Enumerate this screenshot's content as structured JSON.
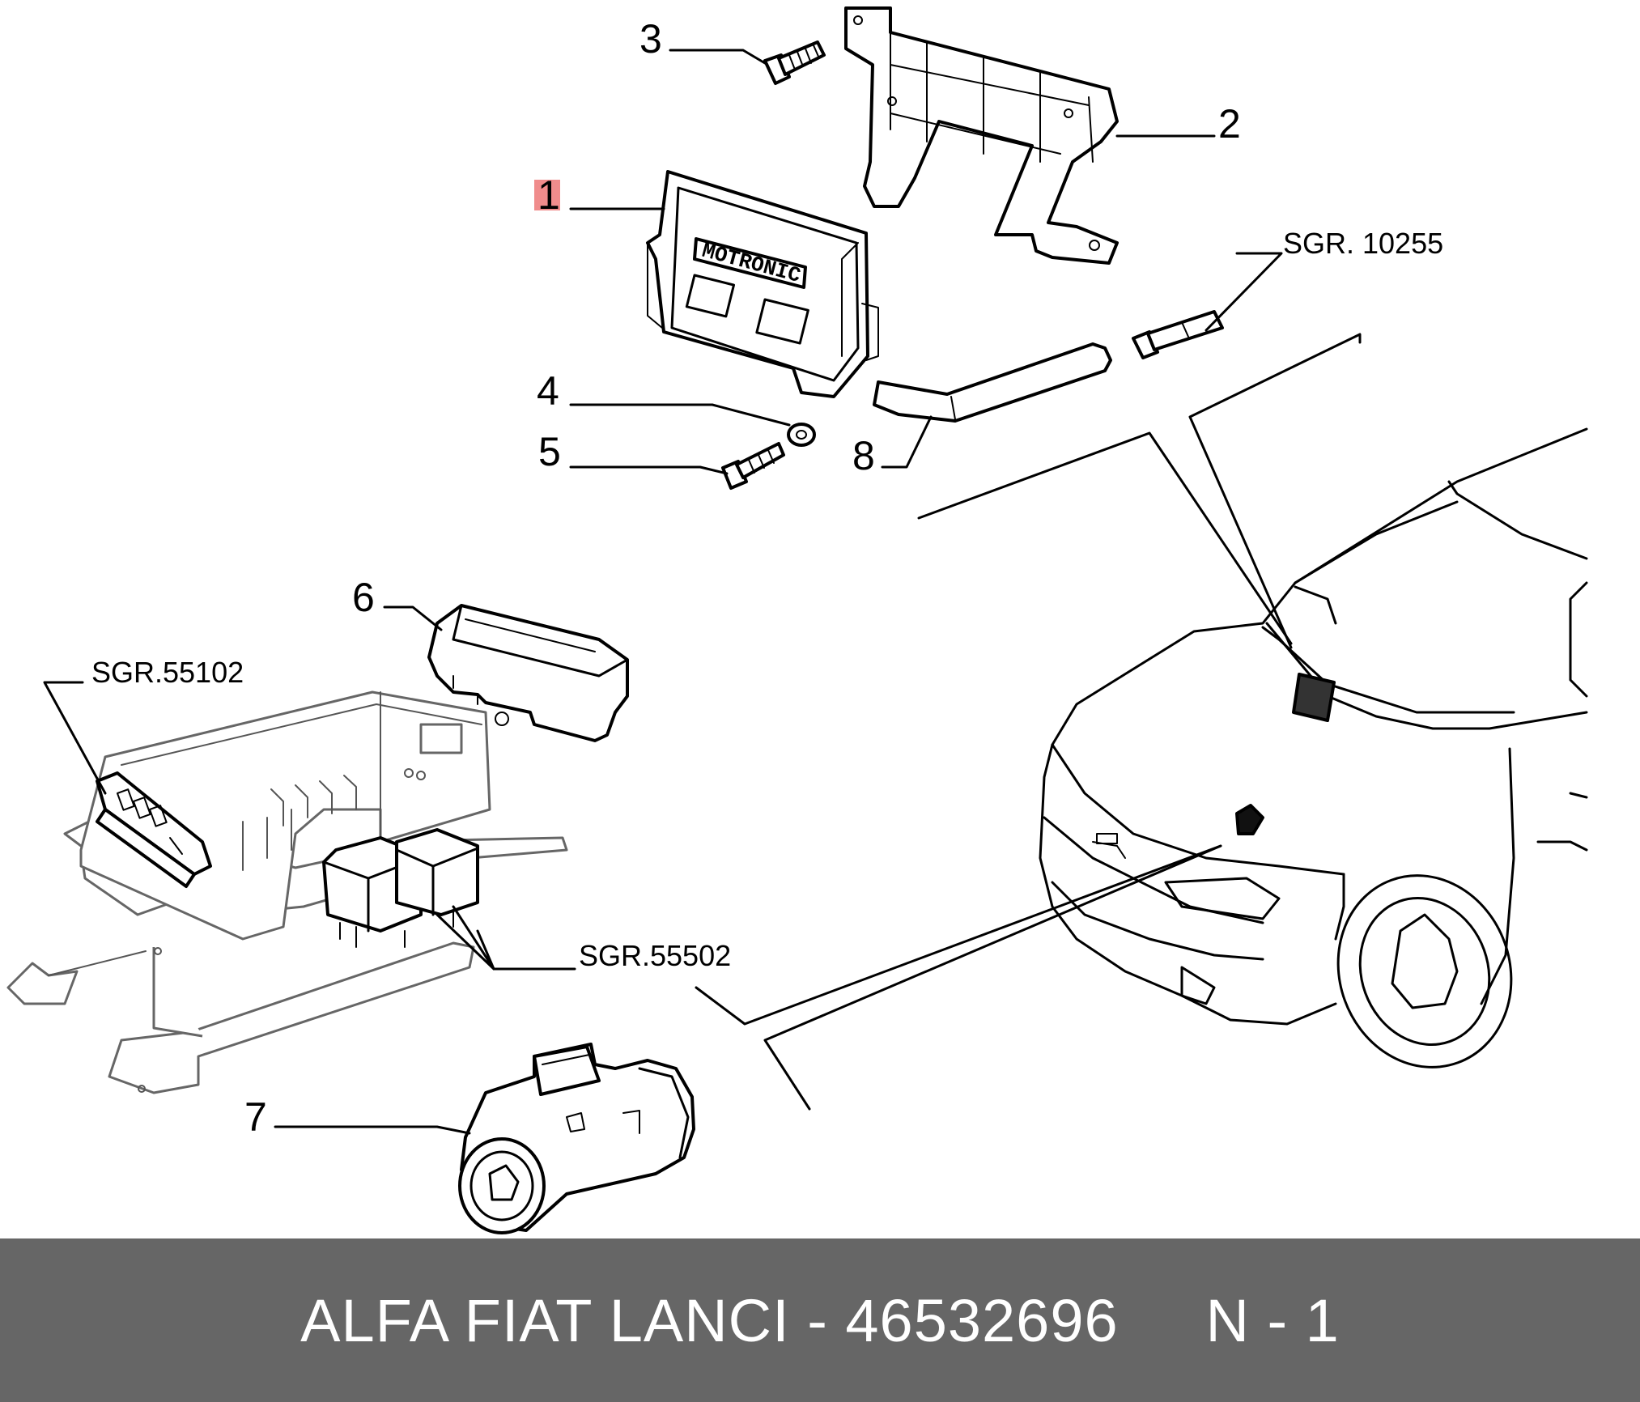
{
  "callouts": {
    "c1": "1",
    "c2": "2",
    "c3": "3",
    "c4": "4",
    "c5": "5",
    "c6": "6",
    "c7": "7",
    "c8": "8"
  },
  "references": {
    "r1": "SGR. 10255",
    "r2": "SGR.55102",
    "r3": "SGR.55502"
  },
  "ecu_label": "MOTRONIC",
  "footer": {
    "text": "ALFA FIAT LANCI - 46532696     N - 1"
  },
  "colors": {
    "footer_bg": "#666666",
    "footer_text": "#ffffff",
    "highlight": "#f08c8c"
  }
}
